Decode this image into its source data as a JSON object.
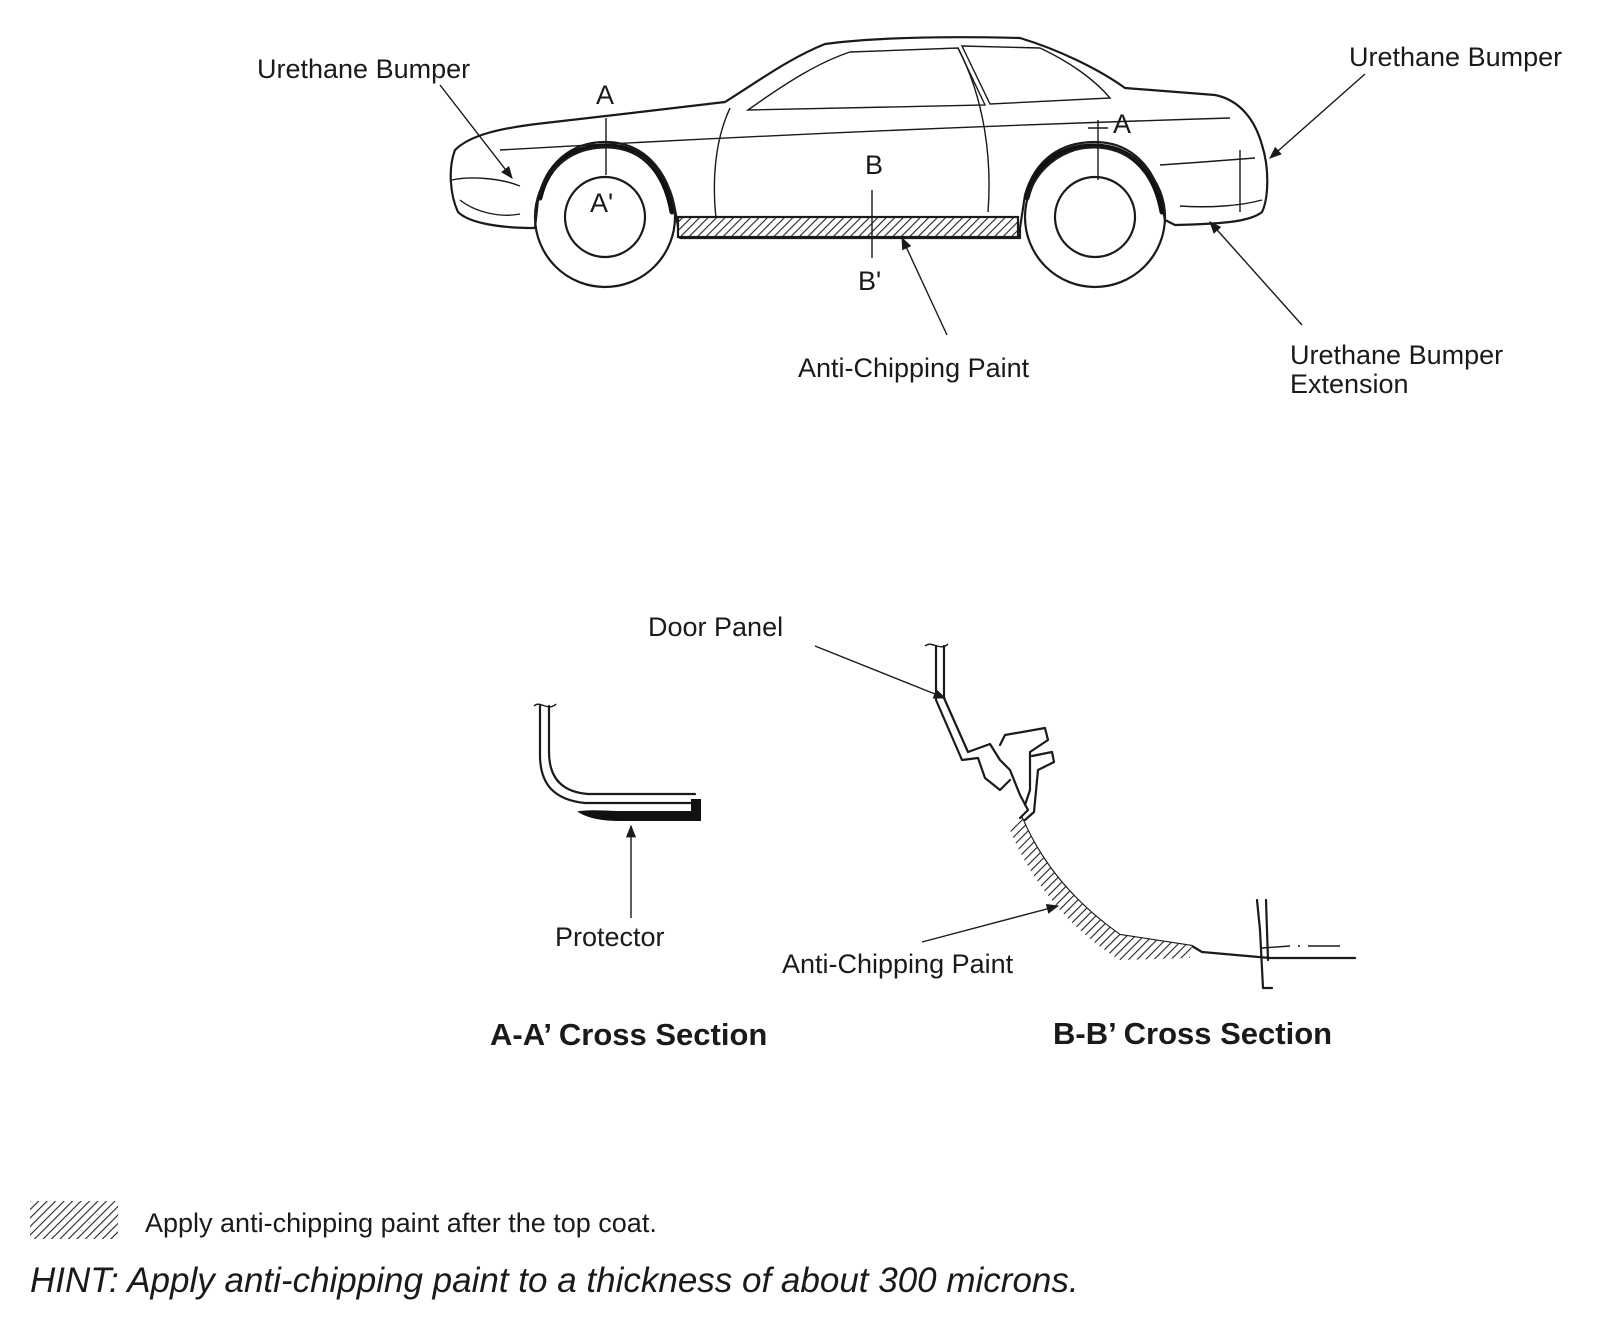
{
  "labels": {
    "front_bumper": "Urethane Bumper",
    "rear_bumper": "Urethane Bumper",
    "bumper_extension_line1": "Urethane Bumper",
    "bumper_extension_line2": "Extension",
    "anti_chip_side": "Anti-Chipping  Paint",
    "mark_a_front": "A",
    "mark_a_prime": "A'",
    "mark_a_rear": "A",
    "mark_b": "B",
    "mark_b_prime": "B'",
    "door_panel": "Door Panel",
    "protector": "Protector",
    "anti_chip_section": "Anti-Chipping  Paint",
    "section_aa": "A-A’ Cross Section",
    "section_bb": "B-B’ Cross Section"
  },
  "legend": {
    "text": "Apply anti-chipping paint after the top coat."
  },
  "hint": {
    "text": "HINT: Apply anti-chipping paint to a thickness of about 300 microns."
  }
}
